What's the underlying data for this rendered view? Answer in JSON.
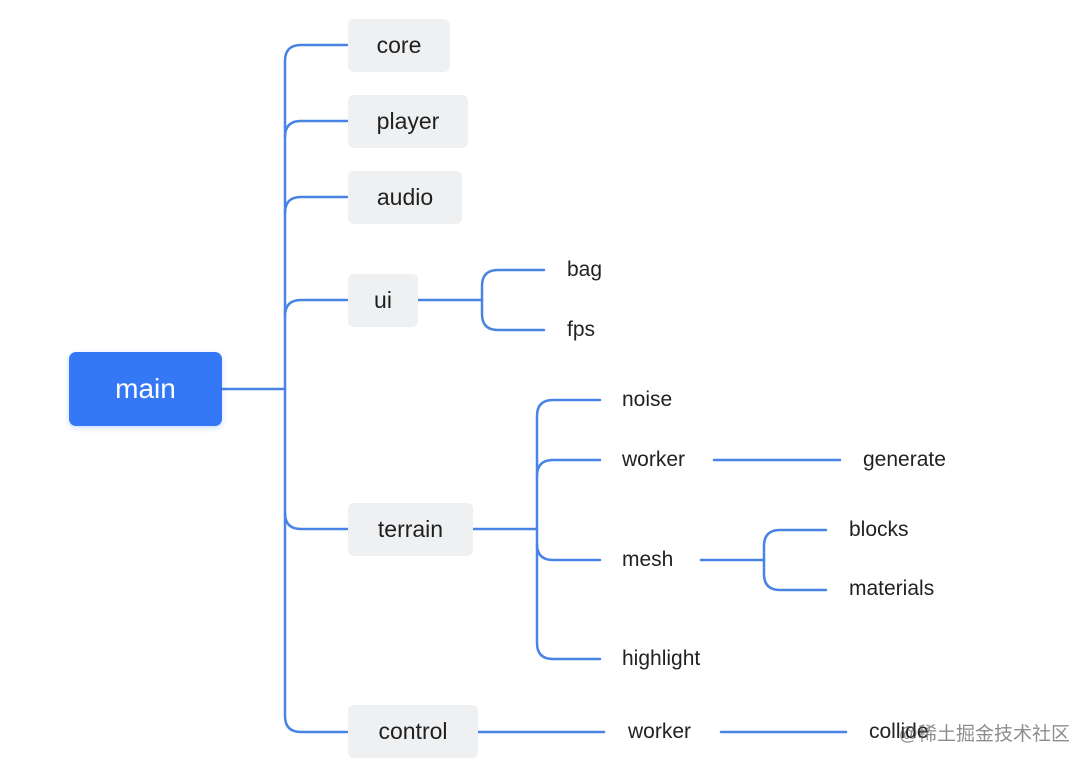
{
  "mindmap": {
    "root": "main",
    "level1": [
      "core",
      "player",
      "audio",
      "ui",
      "terrain",
      "control"
    ],
    "ui_children": [
      "bag",
      "fps"
    ],
    "terrain_children": [
      "noise",
      "worker",
      "mesh",
      "highlight"
    ],
    "terrain_worker_children": [
      "generate"
    ],
    "mesh_children": [
      "blocks",
      "materials"
    ],
    "control_children": [
      "worker"
    ],
    "control_worker_children": [
      "collide"
    ]
  },
  "colors": {
    "connector": "#4a83e6",
    "root_bg": "#3478f6",
    "node_bg": "#eef0f2"
  },
  "watermark": "@稀土掘金技术社区"
}
